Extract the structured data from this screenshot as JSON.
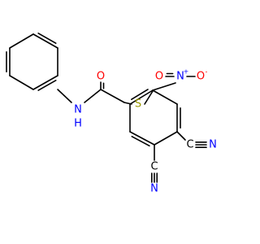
{
  "colors": {
    "bond": "#000000",
    "O": "#ff0000",
    "N": "#0000ff",
    "S": "#999900",
    "C": "#000000"
  },
  "atoms": {
    "NH": {
      "text": "N",
      "h": "H",
      "color_key": "N"
    },
    "O_amide": {
      "text": "O",
      "color_key": "O"
    },
    "S": {
      "text": "S",
      "color_key": "S"
    },
    "N_nitro": {
      "text": "N",
      "charge": "+",
      "color_key": "N"
    },
    "O_nitro_left": {
      "text": "O",
      "color_key": "O"
    },
    "O_nitro_right": {
      "text": "O",
      "charge": "-",
      "color_key": "O"
    },
    "C_cn_right": {
      "text": "C",
      "color_key": "C"
    },
    "N_cn_right": {
      "text": "N",
      "color_key": "N"
    },
    "C_cn_bottom": {
      "text": "C",
      "color_key": "C"
    },
    "N_cn_bottom": {
      "text": "N",
      "color_key": "N"
    }
  }
}
